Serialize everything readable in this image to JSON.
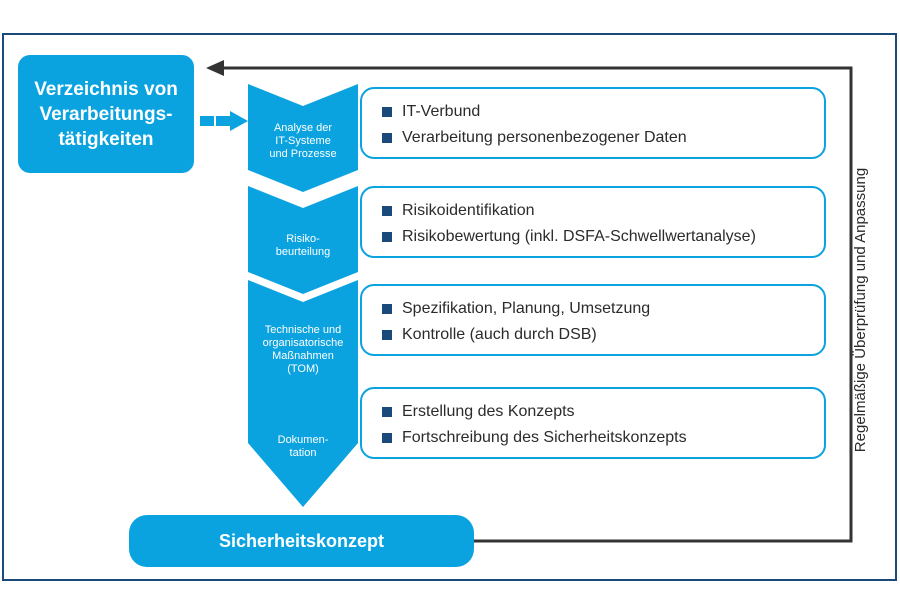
{
  "start_box": {
    "lines": [
      "Verzeichnis von",
      "Verarbeitungs-",
      "tätigkeiten"
    ]
  },
  "end_box": {
    "label": "Sicherheitskonzept"
  },
  "side_label": "Regelmäßige Überprüfung und Anpassung",
  "steps": [
    {
      "label_lines": [
        "Analyse der",
        "IT-Systeme",
        "und Prozesse"
      ],
      "items": [
        "IT-Verbund",
        "Verarbeitung personenbezogener Daten"
      ]
    },
    {
      "label_lines": [
        "Risiko-",
        "beurteilung"
      ],
      "items": [
        "Risikoidentifikation",
        "Risikobewertung (inkl. DSFA-Schwellwertanalyse)"
      ]
    },
    {
      "label_lines": [
        "Technische und",
        "organisatorische",
        "Maßnahmen",
        "(TOM)"
      ],
      "items": [
        "Spezifikation, Planung, Umsetzung",
        "Kontrolle (auch durch DSB)"
      ]
    },
    {
      "label_lines": [
        "Dokumen-",
        "tation"
      ],
      "items": [
        "Erstellung des Konzepts",
        "Fortschreibung des Sicherheitskonzepts"
      ]
    }
  ],
  "colors": {
    "accent": "#0aa3e0",
    "dark": "#1a4a7a",
    "text": "#2b2b2b",
    "line": "#333333"
  }
}
